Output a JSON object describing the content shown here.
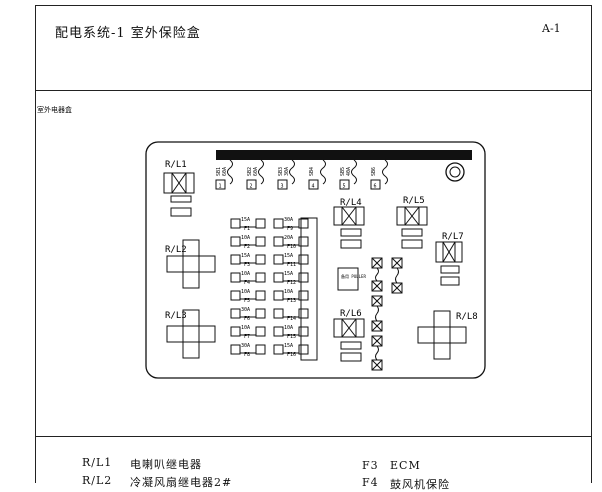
{
  "header": {
    "title": "配电系统-1 室外保险盒",
    "page_code": "A-1"
  },
  "box_label": "室外电器盒",
  "relays": {
    "l1": "R/L1",
    "l2": "R/L2",
    "l3": "R/L3",
    "l4": "R/L4",
    "l5": "R/L5",
    "l6": "R/L6",
    "l7": "R/L7",
    "l8": "R/L8"
  },
  "top_fuses": [
    {
      "num": "1",
      "label": "SB1",
      "rating": "60A"
    },
    {
      "num": "2",
      "label": "SB2",
      "rating": "60A"
    },
    {
      "num": "3",
      "label": "SB3",
      "rating": "30A"
    },
    {
      "num": "4",
      "label": "SB4",
      "rating": ""
    },
    {
      "num": "5",
      "label": "SB5",
      "rating": "40A"
    },
    {
      "num": "6",
      "label": "SB6",
      "rating": ""
    }
  ],
  "fuses_left": [
    {
      "rating": "15A",
      "id": "F1"
    },
    {
      "rating": "10A",
      "id": "F2"
    },
    {
      "rating": "15A",
      "id": "F3"
    },
    {
      "rating": "10A",
      "id": "F4"
    },
    {
      "rating": "10A",
      "id": "F5"
    },
    {
      "rating": "30A",
      "id": "F6"
    },
    {
      "rating": "10A",
      "id": "F7"
    },
    {
      "rating": "30A",
      "id": "F8"
    }
  ],
  "fuses_right": [
    {
      "rating": "30A",
      "id": "F9"
    },
    {
      "rating": "20A",
      "id": "F10"
    },
    {
      "rating": "15A",
      "id": "F11"
    },
    {
      "rating": "15A",
      "id": "F12"
    },
    {
      "rating": "10A",
      "id": "F13"
    },
    {
      "rating": "",
      "id": "F14"
    },
    {
      "rating": "10A",
      "id": "F15"
    },
    {
      "rating": "15A",
      "id": "F16"
    }
  ],
  "puller_label": "备用 PULLER",
  "legend": [
    {
      "code": "R/L1",
      "desc": "电喇叭继电器"
    },
    {
      "code": "R/L2",
      "desc": "冷凝风扇继电器2#"
    },
    {
      "code": "F3",
      "desc": "ECM"
    },
    {
      "code": "F4",
      "desc": "鼓风机保险"
    }
  ]
}
